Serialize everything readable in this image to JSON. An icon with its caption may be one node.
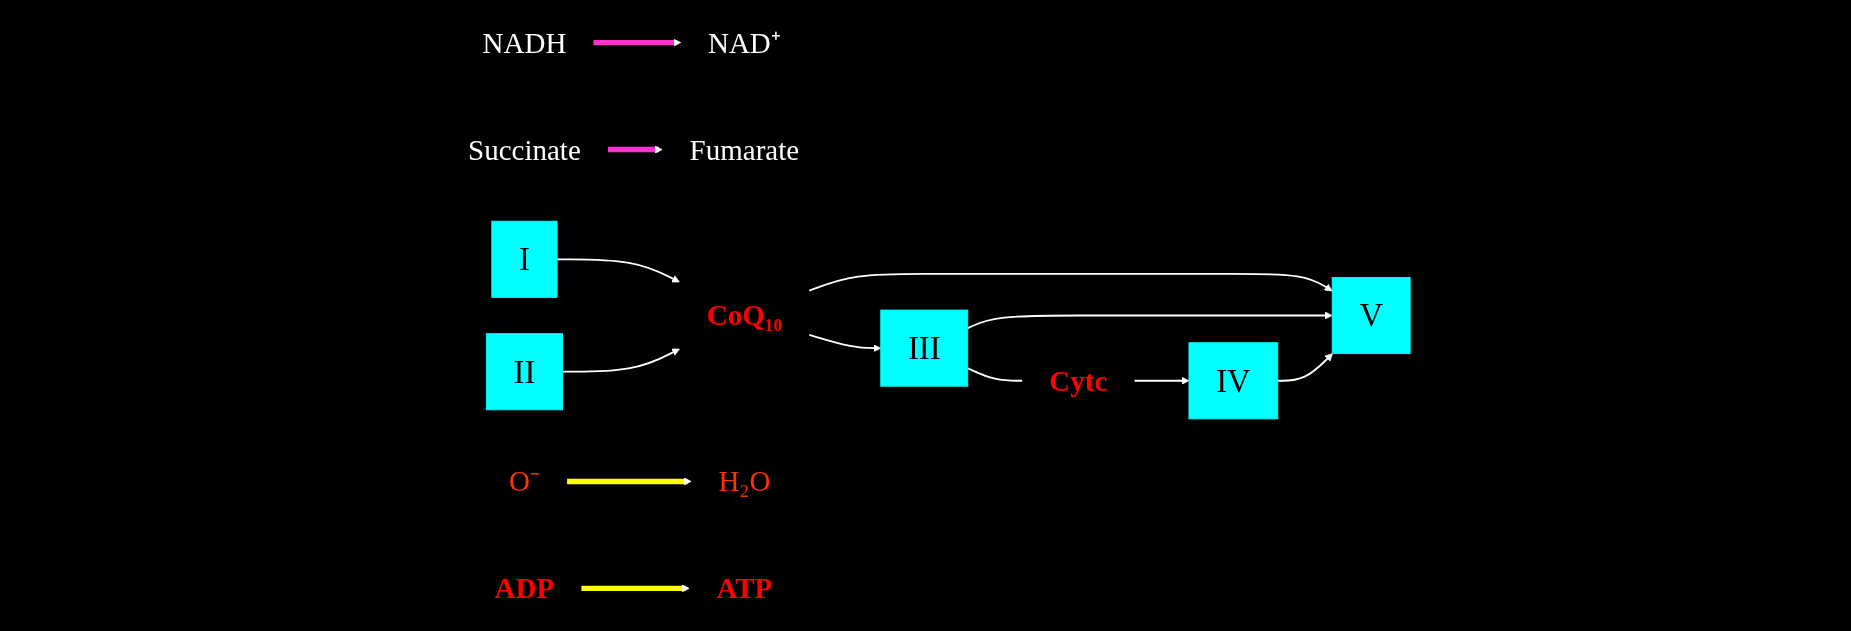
{
  "diagram": {
    "nodes": [
      {
        "text": [
          "NADH"
        ]
      },
      {
        "text": [
          "NAD⁺"
        ]
      },
      {
        "text": [
          "I"
        ]
      },
      {
        "text": [
          "II"
        ]
      },
      {
        "text": [
          "Succinate"
        ]
      },
      {
        "text": [
          "Fumarate"
        ]
      },
      {
        "text": [
          "CoQ₁₀"
        ]
      },
      {
        "text": [
          "III"
        ]
      },
      {
        "text": [
          "Cytc"
        ]
      },
      {
        "text": [
          "IV"
        ]
      },
      {
        "text": [
          "O⁻"
        ]
      },
      {
        "text": [
          "H₂O"
        ]
      },
      {
        "text": [
          "V"
        ]
      },
      {
        "text": [
          "ADP"
        ]
      },
      {
        "text": [
          "ATP"
        ]
      }
    ],
    "edges": [
      {
        "from": 0,
        "to": 1,
        "arrow": "to",
        "style": "thick",
        "color": "#ff33cc"
      },
      {
        "from": 4,
        "to": 5,
        "arrow": "to",
        "style": "thick",
        "color": "#ff33cc"
      },
      {
        "from": 2,
        "to": 6,
        "arrow": "to"
      },
      {
        "from": 3,
        "to": 6,
        "arrow": "to"
      },
      {
        "from": 6,
        "to": 7,
        "arrow": "to"
      },
      {
        "from": 7,
        "to": 8,
        "arrow": "none"
      },
      {
        "from": 8,
        "to": 9,
        "arrow": "to"
      },
      {
        "from": 10,
        "to": 11,
        "arrow": "to",
        "style": "thick",
        "color": "#ffff00"
      },
      {
        "from": 6,
        "to": 12,
        "arrow": "to"
      },
      {
        "from": 7,
        "to": 12,
        "arrow": "to"
      },
      {
        "from": 9,
        "to": 12,
        "arrow": "to"
      },
      {
        "from": 13,
        "to": 14,
        "arrow": "to",
        "style": "thick",
        "color": "#ffff00"
      }
    ]
  }
}
